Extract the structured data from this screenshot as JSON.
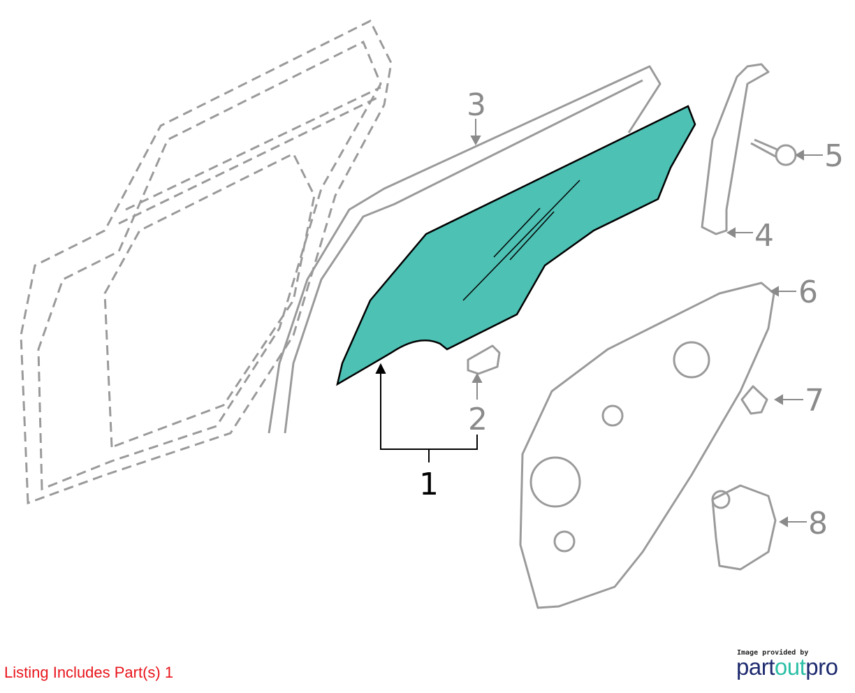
{
  "callouts": {
    "p1": "1",
    "p2": "2",
    "p3": "3",
    "p4": "4",
    "p5": "5",
    "p6": "6",
    "p7": "7",
    "p8": "8"
  },
  "listing_note": "Listing Includes Part(s) 1",
  "credit": {
    "text": "Image provided by",
    "brand_part": "part",
    "brand_out": "out",
    "brand_pro": "pro"
  },
  "colors": {
    "glass": "#4dc1b4",
    "callout": "#8a8a8a",
    "note": "#e8141b",
    "brand_navy": "#1d2a6e",
    "brand_teal": "#2bbfa6"
  }
}
